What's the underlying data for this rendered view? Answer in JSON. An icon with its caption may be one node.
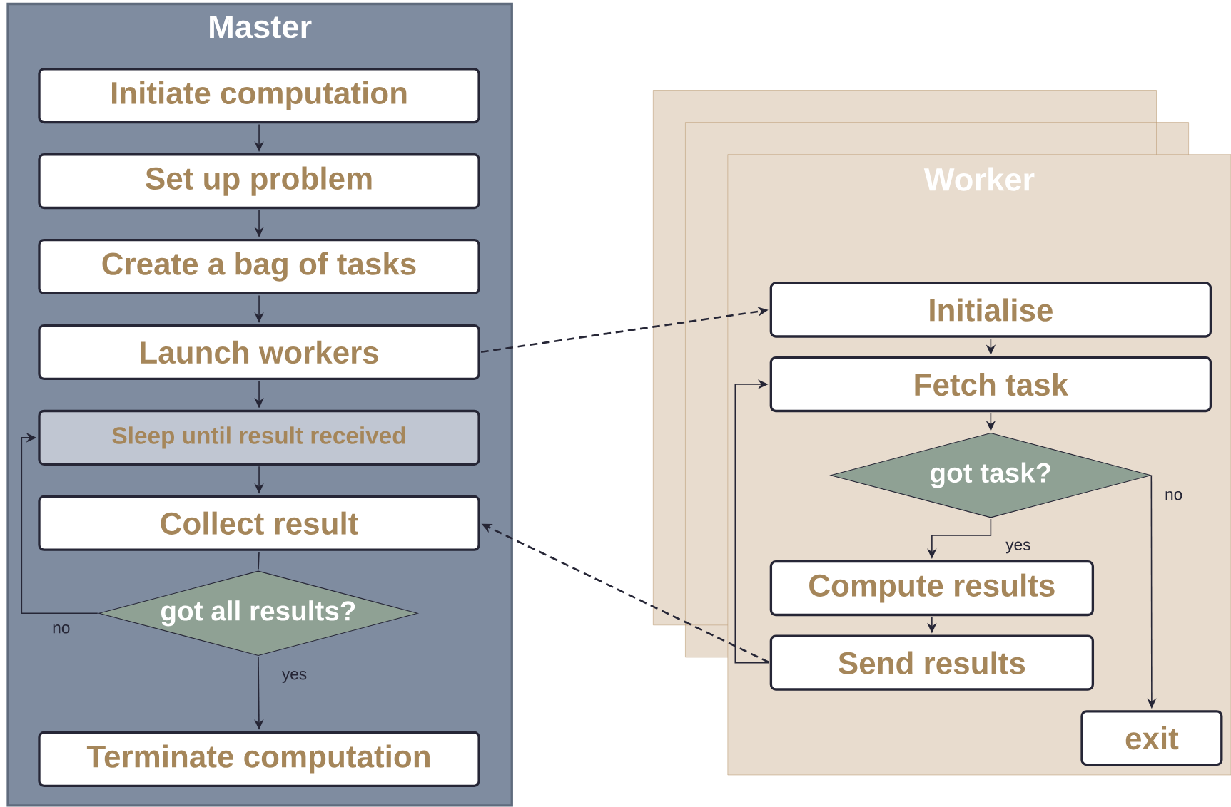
{
  "diagram": {
    "nodes": [
      {
        "text": [
          "Master"
        ]
      },
      {
        "text": [
          "Initiate computation"
        ],
        "in": 0
      },
      {
        "text": [
          "Set up problem"
        ],
        "in": 0
      },
      {
        "text": [
          "Create a bag of tasks"
        ],
        "in": 0
      },
      {
        "text": [
          "Launch workers"
        ],
        "in": 0
      },
      {
        "text": [
          "Sleep until result received"
        ],
        "in": 0
      },
      {
        "text": [
          "Collect result"
        ],
        "in": 0
      },
      {
        "text": [
          "got all results?"
        ],
        "in": 0
      },
      {
        "text": [
          "Terminate computation"
        ],
        "in": 0
      },
      {
        "text": [
          "Worker"
        ]
      },
      {
        "text": [
          "Initialise"
        ],
        "in": 9
      },
      {
        "text": [
          "Fetch task"
        ],
        "in": 9
      },
      {
        "text": [
          "got task?"
        ],
        "in": 9
      },
      {
        "text": [
          "Compute results"
        ],
        "in": 9
      },
      {
        "text": [
          "Send results"
        ],
        "in": 9
      },
      {
        "text": [
          "exit"
        ],
        "in": 9
      }
    ],
    "edges": [
      {
        "from": 1,
        "to": 2,
        "arrow": "to"
      },
      {
        "from": 2,
        "to": 3,
        "arrow": "to"
      },
      {
        "from": 3,
        "to": 4,
        "arrow": "to"
      },
      {
        "from": 4,
        "to": 5,
        "arrow": "to"
      },
      {
        "from": 5,
        "to": 6,
        "arrow": "to"
      },
      {
        "from": 6,
        "to": 7,
        "arrow": "none"
      },
      {
        "from": 7,
        "to": 5,
        "arrow": "to",
        "label": "no"
      },
      {
        "from": 7,
        "to": 8,
        "arrow": "to",
        "label": "yes"
      },
      {
        "from": 4,
        "to": 10,
        "arrow": "to",
        "style": "dashed"
      },
      {
        "from": 14,
        "to": 6,
        "arrow": "to",
        "style": "dashed"
      },
      {
        "from": 10,
        "to": 11,
        "arrow": "to"
      },
      {
        "from": 11,
        "to": 12,
        "arrow": "to"
      },
      {
        "from": 12,
        "to": 13,
        "arrow": "to",
        "label": "yes"
      },
      {
        "from": 13,
        "to": 14,
        "arrow": "to"
      },
      {
        "from": 14,
        "to": 11,
        "arrow": "to"
      },
      {
        "from": 12,
        "to": 15,
        "arrow": "to",
        "label": "no"
      }
    ]
  }
}
